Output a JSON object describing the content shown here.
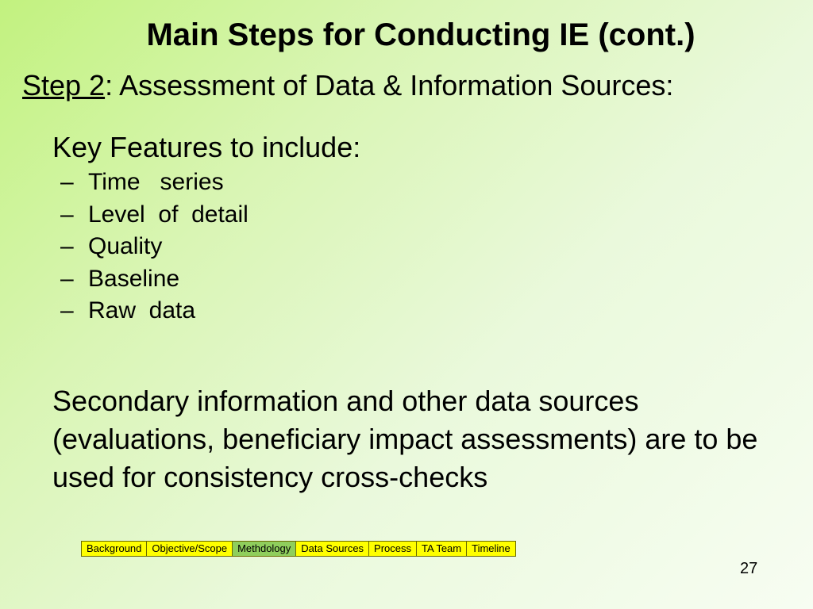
{
  "slide": {
    "title": "Main Steps for Conducting IE (cont.)",
    "step_label": "Step 2",
    "step_rest": ":  Assessment of Data & Information Sources:",
    "key_features_heading": "Key Features to include:",
    "features": [
      {
        "dash": "–",
        "text": "Time   series"
      },
      {
        "dash": "–",
        "text": "Level  of  detail"
      },
      {
        "dash": "–",
        "text": "Quality"
      },
      {
        "dash": "–",
        "text": "Baseline"
      },
      {
        "dash": "–",
        "text": "Raw  data"
      }
    ],
    "secondary_text": "Secondary information and other data sources (evaluations, beneficiary impact assessments) are to be used for consistency cross-checks",
    "page_number": "27"
  },
  "nav": {
    "items": [
      {
        "label": "Background"
      },
      {
        "label": "Objective/Scope"
      },
      {
        "label": "Methdology"
      },
      {
        "label": "Data Sources"
      },
      {
        "label": "Process"
      },
      {
        "label": "TA Team"
      },
      {
        "label": "Timeline"
      }
    ],
    "active_label": "Methdology"
  },
  "colors": {
    "nav_background": "#ffff00",
    "nav_active": "#8fce5c",
    "gradient_start": "#c2f27f",
    "gradient_end": "#f7fdf2"
  }
}
